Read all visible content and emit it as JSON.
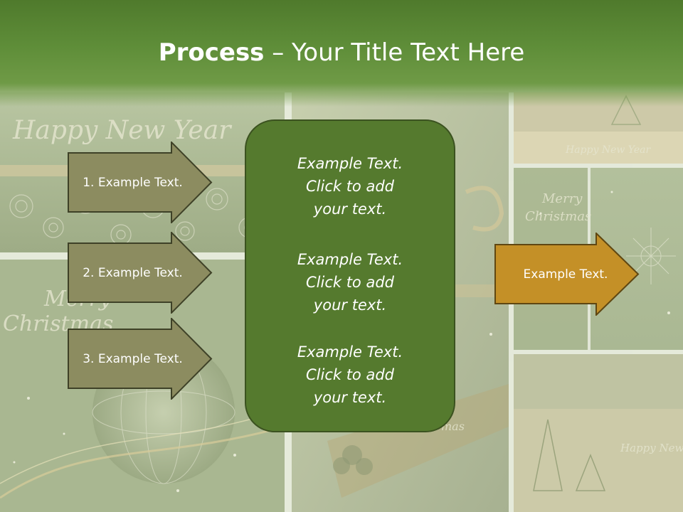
{
  "slide": {
    "title_bold": "Process",
    "title_rest": " – Your Title Text Here"
  },
  "background": {
    "script_1": "Happy New Year",
    "script_2": "Merry",
    "script_3": "Christmas",
    "script_4": "Happy New Year",
    "script_5": "Merry",
    "script_6": "Christmas",
    "script_7": "Happy New",
    "script_8": "mas"
  },
  "steps": [
    {
      "label": "1. Example Text."
    },
    {
      "label": "2. Example Text."
    },
    {
      "label": "3. Example Text."
    }
  ],
  "center_box": {
    "paragraphs": [
      {
        "line1": "Example Text.",
        "line2": "Click  to add",
        "line3": "your text."
      },
      {
        "line1": "Example Text.",
        "line2": "Click  to add",
        "line3": "your text."
      },
      {
        "line1": "Example Text.",
        "line2": "Click  to add",
        "line3": "your text."
      }
    ]
  },
  "result": {
    "label": "Example Text."
  },
  "colors": {
    "title_bar": "#5f8e39",
    "step_arrow_fill": "#8c8c60",
    "center_box_fill": "#557a2e",
    "result_arrow_fill": "#c49027"
  }
}
